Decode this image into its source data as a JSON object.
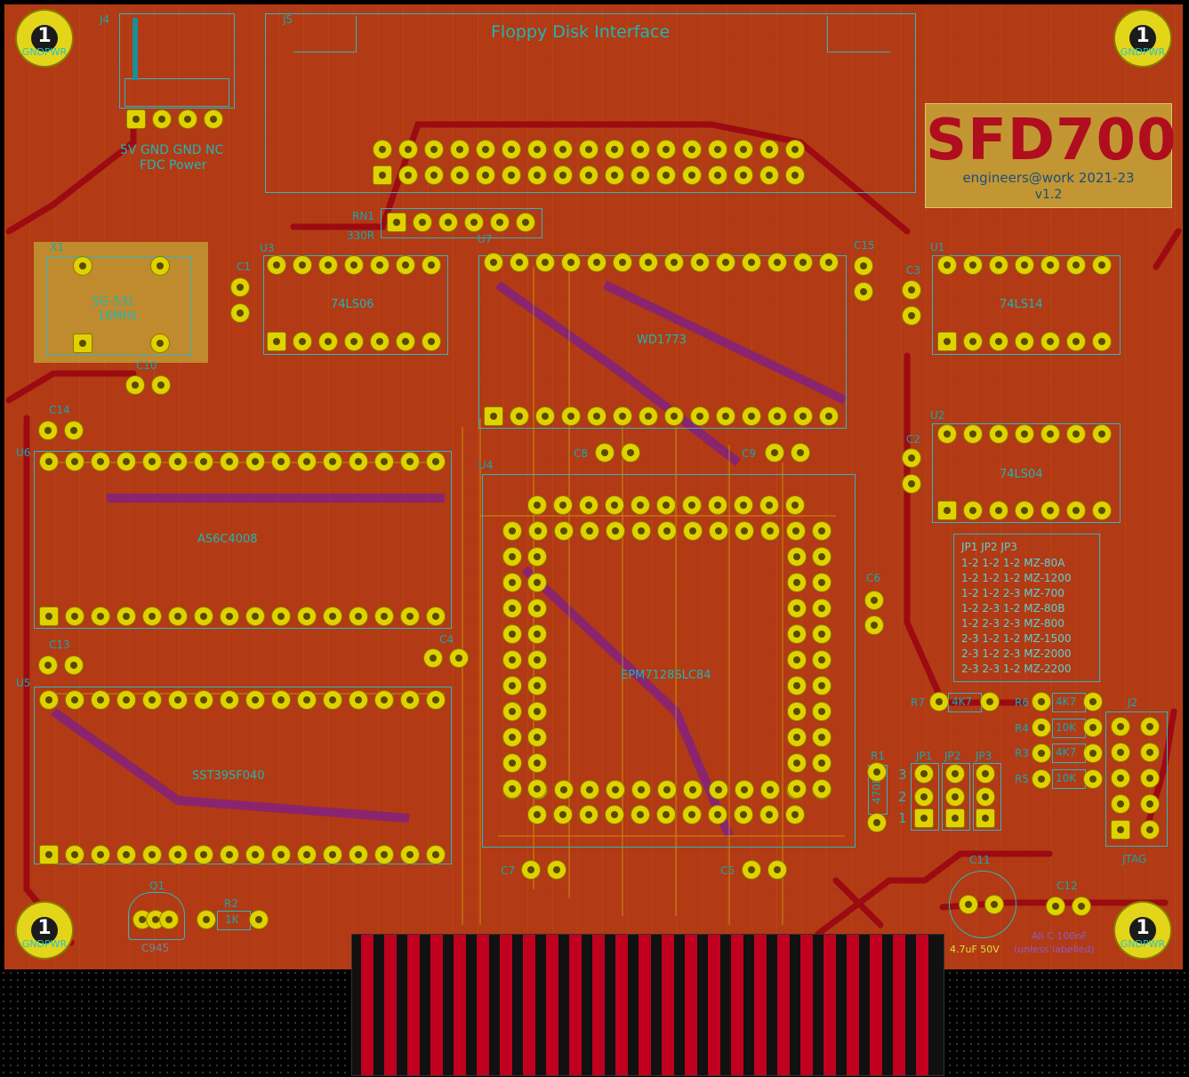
{
  "board": {
    "title": "Floppy Disk Interface",
    "brand": "SFD700",
    "credit": "engineers@work 2021-23",
    "version": "v1.2",
    "mount_number": "1",
    "mount_tag": "GNDPWR",
    "note_caps": "All C 100nF",
    "note_unless": "(unless labelled)"
  },
  "connectors": {
    "j4_ref": "J4",
    "j4_pins": "5V GND GND NC",
    "j4_label": "FDC Power",
    "j5_ref": "J5",
    "j2_ref": "J2",
    "j2_label": "JTAG"
  },
  "components": {
    "x1_ref": "X1",
    "x1_name": "SG-531",
    "x1_freq": "16MHz",
    "u3_ref": "U3",
    "u3_name": "74LS06",
    "u7_ref": "U7",
    "u7_name": "WD1773",
    "u1_ref": "U1",
    "u1_name": "74LS14",
    "u2_ref": "U2",
    "u2_name": "74LS04",
    "u6_ref": "U6",
    "u6_name": "AS6C4008",
    "u5_ref": "U5",
    "u5_name": "SST39SF040",
    "u4_ref": "U4",
    "u4_name": "EPM7128SLC84",
    "rn1_ref": "RN1",
    "rn1_val": "330R",
    "q1_ref": "Q1",
    "q1_name": "C945",
    "r2_ref": "R2",
    "r2_val": "1K",
    "r1_ref": "R1",
    "r1_val": "470R",
    "r7_ref": "R7",
    "r7_val": "4K7",
    "r6_ref": "R6",
    "r6_val": "4K7",
    "r4_ref": "R4",
    "r4_val": "10K",
    "r3_ref": "R3",
    "r3_val": "4K7",
    "r5_ref": "R5",
    "r5_val": "10K",
    "c11_ref": "C11",
    "c11_val": "4.7uF 50V",
    "c1": "C1",
    "c2": "C2",
    "c3": "C3",
    "c4": "C4",
    "c5": "C5",
    "c6": "C6",
    "c7": "C7",
    "c8": "C8",
    "c9": "C9",
    "c10": "C10",
    "c12": "C12",
    "c13": "C13",
    "c14": "C14",
    "c15": "C15",
    "jp1": "JP1",
    "jp2": "JP2",
    "jp3": "JP3",
    "jp_pos": [
      "3",
      "2",
      "1"
    ]
  },
  "jumper_table": {
    "header": "JP1 JP2 JP3",
    "rows": [
      "1-2  1-2  1-2  MZ-80A",
      "1-2  1-2  1-2  MZ-1200",
      "1-2  1-2  2-3  MZ-700",
      "1-2  2-3  1-2  MZ-80B",
      "1-2  2-3  2-3  MZ-800",
      "2-3  1-2  1-2  MZ-1500",
      "2-3  1-2  2-3  MZ-2000",
      "2-3  2-3  1-2  MZ-2200"
    ]
  },
  "colors": {
    "board": "#b23a14",
    "copper_front": "#9c0a12",
    "copper_back": "#8a2a8a",
    "silkscreen": "#31b5c2",
    "pad": "#e0d200",
    "brand_plate": "#c29632",
    "brand_text": "#b00d1f"
  }
}
